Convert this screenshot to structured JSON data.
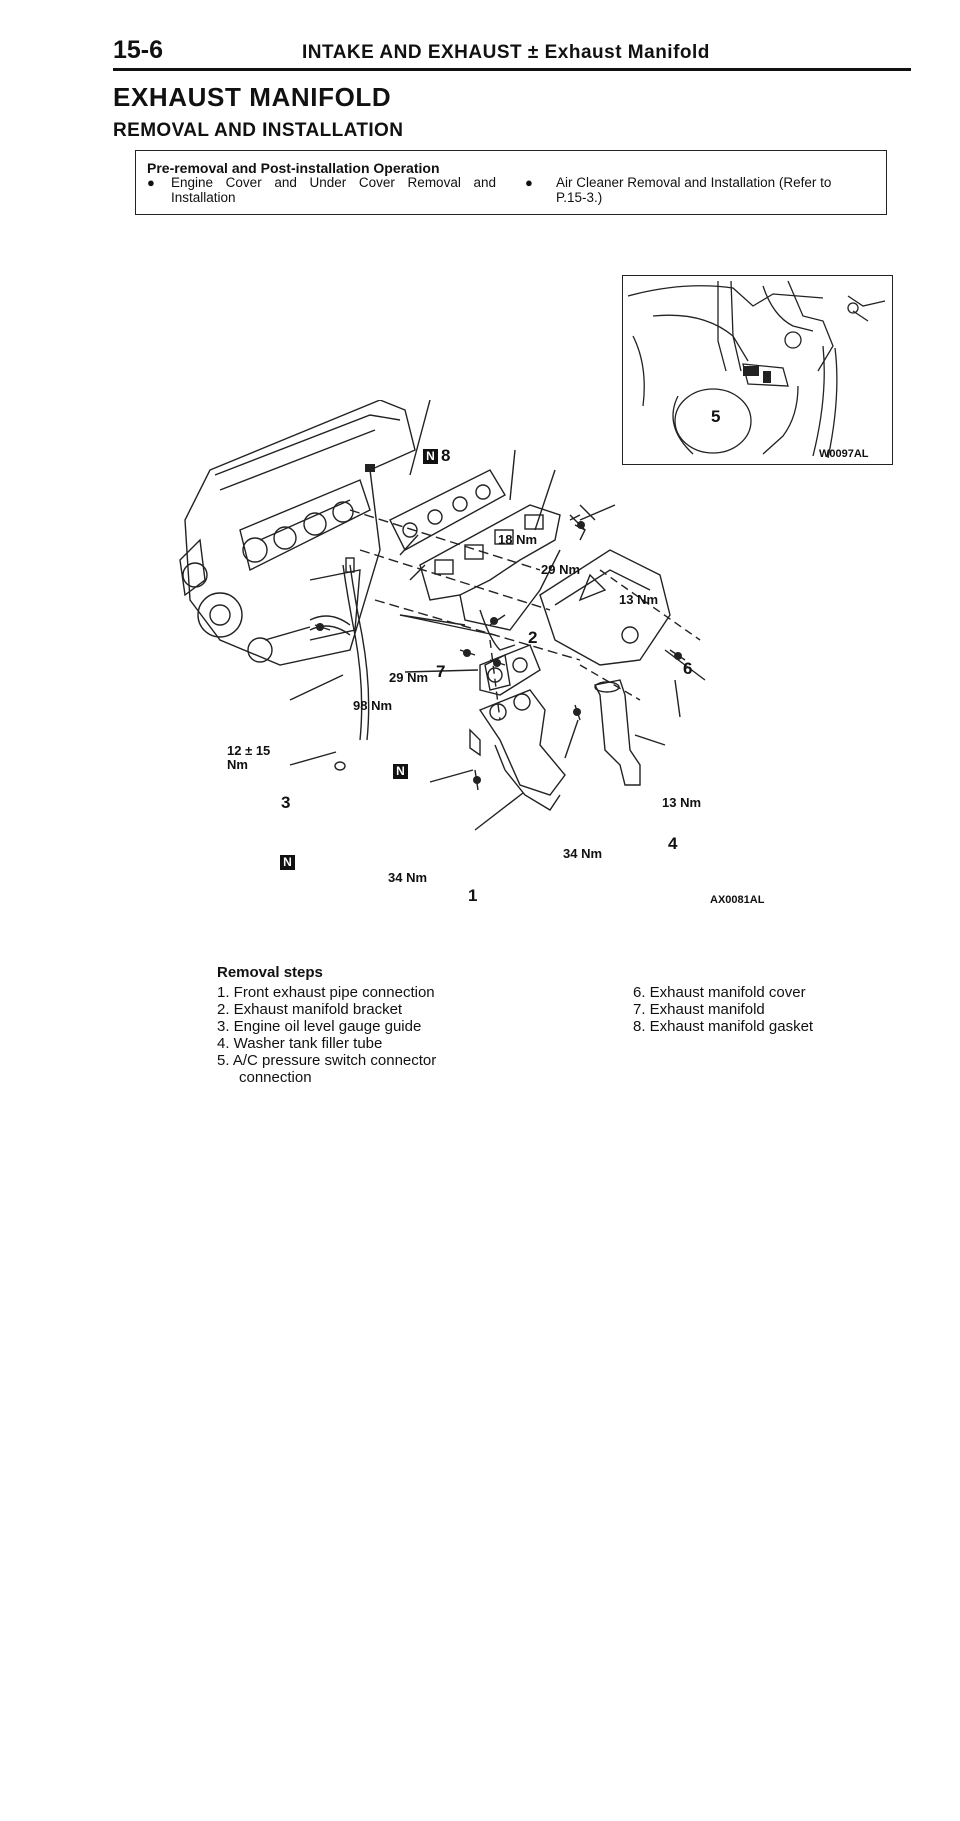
{
  "header": {
    "page_number": "15-6",
    "section": "INTAKE AND EXHAUST ±",
    "subsection": "Exhaust Manifold"
  },
  "title": "EXHAUST MANIFOLD",
  "subtitle": "REMOVAL AND INSTALLATION",
  "pre_operation": {
    "title": "Pre-removal and Post-installation Operation",
    "bullet_symbol": "●",
    "items": [
      "Engine Cover and Under Cover Removal and Installation",
      "Air Cleaner Removal and Installation (Refer to P.15-3.)"
    ]
  },
  "figure": {
    "inset_code": "W0097AL",
    "main_code": "AX0081AL",
    "n_mark": "N",
    "part_numbers": [
      "1",
      "2",
      "3",
      "4",
      "5",
      "6",
      "7",
      "8"
    ],
    "torques": {
      "t18": "18 Nm",
      "t29a": "29 Nm",
      "t13a": "13 Nm",
      "t29b": "29 Nm",
      "t98": "98 Nm",
      "t12": "12 ± 15",
      "t12unit": "Nm",
      "t13b": "13 Nm",
      "t34a": "34 Nm",
      "t34b": "34 Nm"
    }
  },
  "removal": {
    "title": "Removal steps",
    "left": [
      "1. Front exhaust pipe connection",
      "2. Exhaust manifold bracket",
      "3. Engine oil level gauge guide",
      "4. Washer tank filler tube",
      "5. A/C pressure switch connector",
      "connection"
    ],
    "right": [
      "6. Exhaust manifold cover",
      "7. Exhaust manifold",
      "8. Exhaust manifold gasket"
    ]
  }
}
